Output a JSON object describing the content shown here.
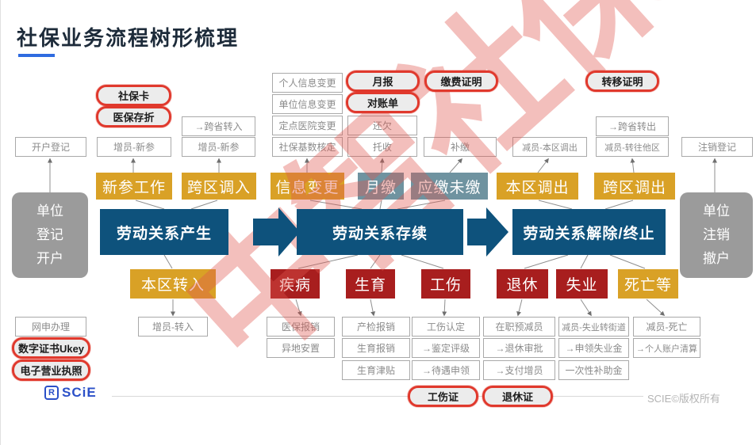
{
  "title": "社保业务流程树形梳理",
  "watermark": "中智社保",
  "stages": {
    "s1": "劳动关系产生",
    "s2": "劳动关系存续",
    "s3": "劳动关系解除/终止"
  },
  "sides": {
    "left": "单位\n登记\n开户",
    "right": "单位\n注销\n撤户"
  },
  "events": {
    "xincan_gongzuo": "新参工作",
    "kuaqu_diaoru": "跨区调入",
    "xinxi_biangeng": "信息变更",
    "yuejiao": "月缴",
    "yingjiao_weijiao": "应缴未缴",
    "benqu_diaochu": "本区调出",
    "kuaqu_diaochu": "跨区调出",
    "benqu_zhuanru": "本区转入",
    "jibing": "疾病",
    "shengyu": "生育",
    "gongshang": "工伤",
    "tuixiu": "退休",
    "shiye": "失业",
    "siwang_deng": "死亡等"
  },
  "docs": {
    "shebaoka": "社保卡",
    "yibao_cunzhe": "医保存折",
    "yuebao": "月报",
    "duizhangdan": "对账单",
    "jiaofei_zhengming": "缴费证明",
    "zhuanyi_zhengming": "转移证明",
    "shuzi_zhengshu": "数字证书Ukey",
    "dianzi_yingye": "电子营业执照",
    "gongshang_zheng": "工伤证",
    "tuixiu_zheng": "退休证"
  },
  "tasks": {
    "kaihu": "开户登记",
    "zengyuan_xincan_1": "增员-新参",
    "kuasheng_zhuanru": "→跨省转入",
    "zengyuan_xincan_2": "增员-新参",
    "geren_xinxi": "个人信息变更",
    "danwei_xinxi": "单位信息变更",
    "dingdian_yiyuan": "定点医院变更",
    "shebao_jishu": "社保基数核定",
    "huanqian": "还欠",
    "tuoshou": "托收",
    "bujiao": "补缴",
    "jianyuan_benqu": "减员-本区调出",
    "kuasheng_zhuanchu": "→跨省转出",
    "jianyuan_taqu": "减员-转往他区",
    "zhuxiao": "注销登记",
    "wangshen": "网申办理",
    "zengyuan_zhuanru": "增员-转入",
    "yibao_baoxiao": "医保报销",
    "yidi_anzhi": "异地安置",
    "chanjian_baoxiao": "产检报销",
    "shengyu_baoxiao": "生育报销",
    "shengyu_jintie": "生育津贴",
    "gongshang_rending": "工伤认定",
    "jianding_pingji": "→鉴定评级",
    "daiyu_shenling": "→待遇申领",
    "zaizhi_yujianyuan": "在职预减员",
    "tuixiu_shenpi": "→退休审批",
    "zhifu_zengyuan": "→支付增员",
    "shiye_zhuanjiedao": "减员-失业转街道",
    "shenling_shiyejin": "→申领失业金",
    "yicixing_buzhujin": "一次性补助金",
    "jianyuan_siwang": "减员-死亡",
    "geren_zhanghu": "→个人账户清算"
  },
  "colors": {
    "gold": "#d9a126",
    "teal": "#6f93a0",
    "navy": "#0e527c",
    "dark_red": "#a81e1e",
    "stamp_red": "#e0392d",
    "accent_blue": "#2f6be0",
    "logo_blue": "#2b50c8"
  },
  "footer": {
    "logo_mark": "R",
    "logo_text": "SCiE",
    "copyright": "SCIE©版权所有"
  }
}
